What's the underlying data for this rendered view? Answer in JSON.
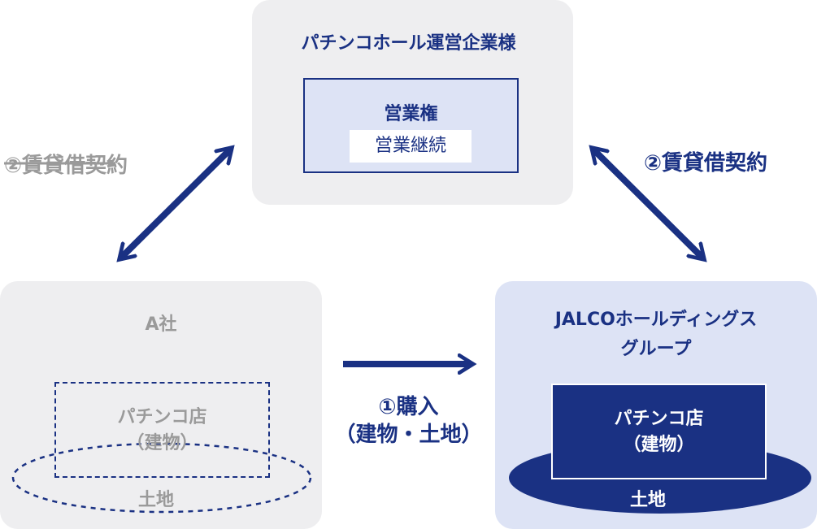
{
  "top": {
    "title": "パチンコホール運営企業様",
    "right_label": "営業権",
    "continuation": "営業継続"
  },
  "left_edge": {
    "label": "②賃貸借契約"
  },
  "right_edge": {
    "label": "②賃貸借契約"
  },
  "a_company": {
    "title": "A社",
    "shop_line1": "パチンコ店",
    "shop_line2": "（建物）",
    "land": "土地"
  },
  "purchase": {
    "line1": "①購入",
    "line2": "（建物・土地）"
  },
  "jalco": {
    "title_line1": "JALCOホールディングス",
    "title_line2": "グループ",
    "shop_line1": "パチンコ店",
    "shop_line2": "（建物）",
    "land": "土地"
  },
  "colors": {
    "navy": "#1a3183",
    "gray": "#9a9a9a",
    "panel_gray": "#eeeef0",
    "panel_blue": "#dde3f5"
  }
}
